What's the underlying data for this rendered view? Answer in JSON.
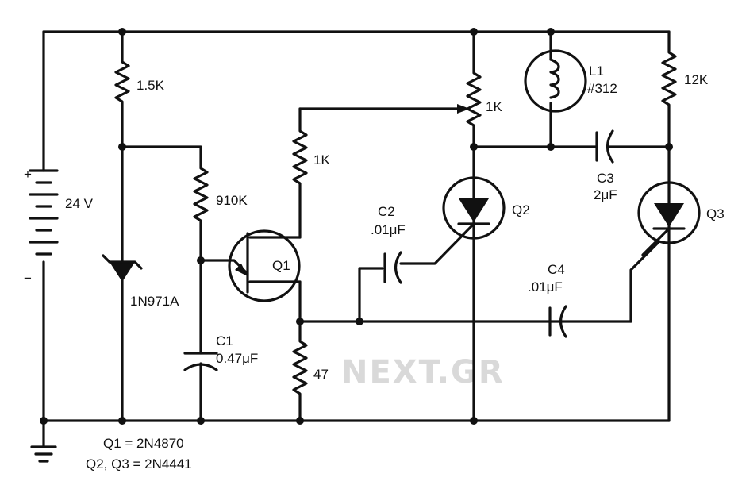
{
  "battery": {
    "label": "24 V",
    "plus": "+",
    "minus": "−"
  },
  "zener": {
    "label": "1N971A"
  },
  "resistors": {
    "r1": "1.5K",
    "r2": "910K",
    "r3": "1K",
    "r4": "47",
    "pot": "1K",
    "r5": "12K"
  },
  "capacitors": {
    "c1": {
      "name": "C1",
      "value": "0.47μF"
    },
    "c2": {
      "name": "C2",
      "value": ".01μF"
    },
    "c3": {
      "name": "C3",
      "value": "2μF"
    },
    "c4": {
      "name": "C4",
      "value": ".01μF"
    }
  },
  "lamp": {
    "name": "L1",
    "value": "#312"
  },
  "transistors": {
    "q1": "Q1",
    "q2": "Q2",
    "q3": "Q3"
  },
  "notes": [
    "Q1 = 2N4870",
    "Q2, Q3 = 2N4441"
  ],
  "watermark": "NEXT.GR"
}
